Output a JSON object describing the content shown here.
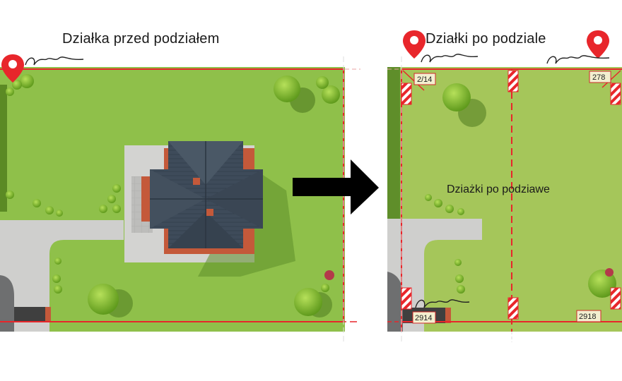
{
  "left_panel": {
    "title": "Działka przed podziałem"
  },
  "right_panel": {
    "title": "Działki po podziale",
    "center_label": "Dziażki po podziawe",
    "plot_labels": [
      "2/14",
      "278",
      "2914",
      "2918"
    ]
  },
  "colors": {
    "grass": "#8fc04a",
    "grass_light": "#a5c65a",
    "boundary": "#e8262b",
    "pavement": "#cfcfcd",
    "roof": "#3d4a58",
    "wall": "#c4593a",
    "tree": "#8cc230",
    "arrow": "#000000"
  },
  "icons": [
    "map-pin-icon",
    "arrow-right-icon",
    "survey-marker-icon",
    "signature"
  ]
}
